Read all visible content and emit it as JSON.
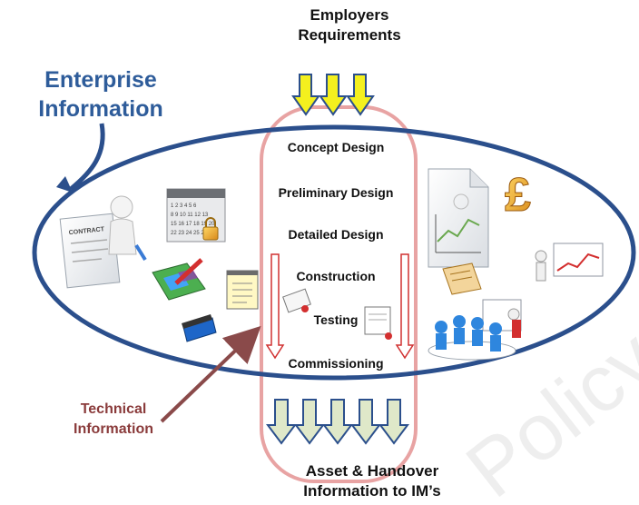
{
  "diagram": {
    "top_label": [
      "Employers",
      "Requirements"
    ],
    "enterprise_label": [
      "Enterprise",
      "Information"
    ],
    "technical_label": [
      "Technical",
      "Information"
    ],
    "bottom_label": [
      "Asset & Handover",
      "Information to IM’s"
    ],
    "stages": [
      "Concept Design",
      "Preliminary Design",
      "Detailed Design",
      "Construction",
      "Testing",
      "Commissioning"
    ],
    "watermark": "Policy Do",
    "icons_left": [
      "contract-figure-icon",
      "calendar-icon",
      "map-pencil-icon",
      "notepad-icon",
      "film-clapper-icon",
      "stamp-icon"
    ],
    "icons_right": [
      "document-chart-icon",
      "pound-sign-icon",
      "presenter-chart-icon",
      "scroll-paper-icon",
      "meeting-group-icon",
      "certificate-icon"
    ],
    "colors": {
      "enterprise_ellipse": "#2b4f8c",
      "enterprise_text": "#2e5c9a",
      "lifecycle_border": "#e8a3a3",
      "input_arrows": "#f4f01e",
      "output_arrows": "#dfe8c9",
      "technical_arrow": "#8a4a4a",
      "technical_text": "#8a3b3b",
      "inner_arrows": "#d03030"
    }
  }
}
